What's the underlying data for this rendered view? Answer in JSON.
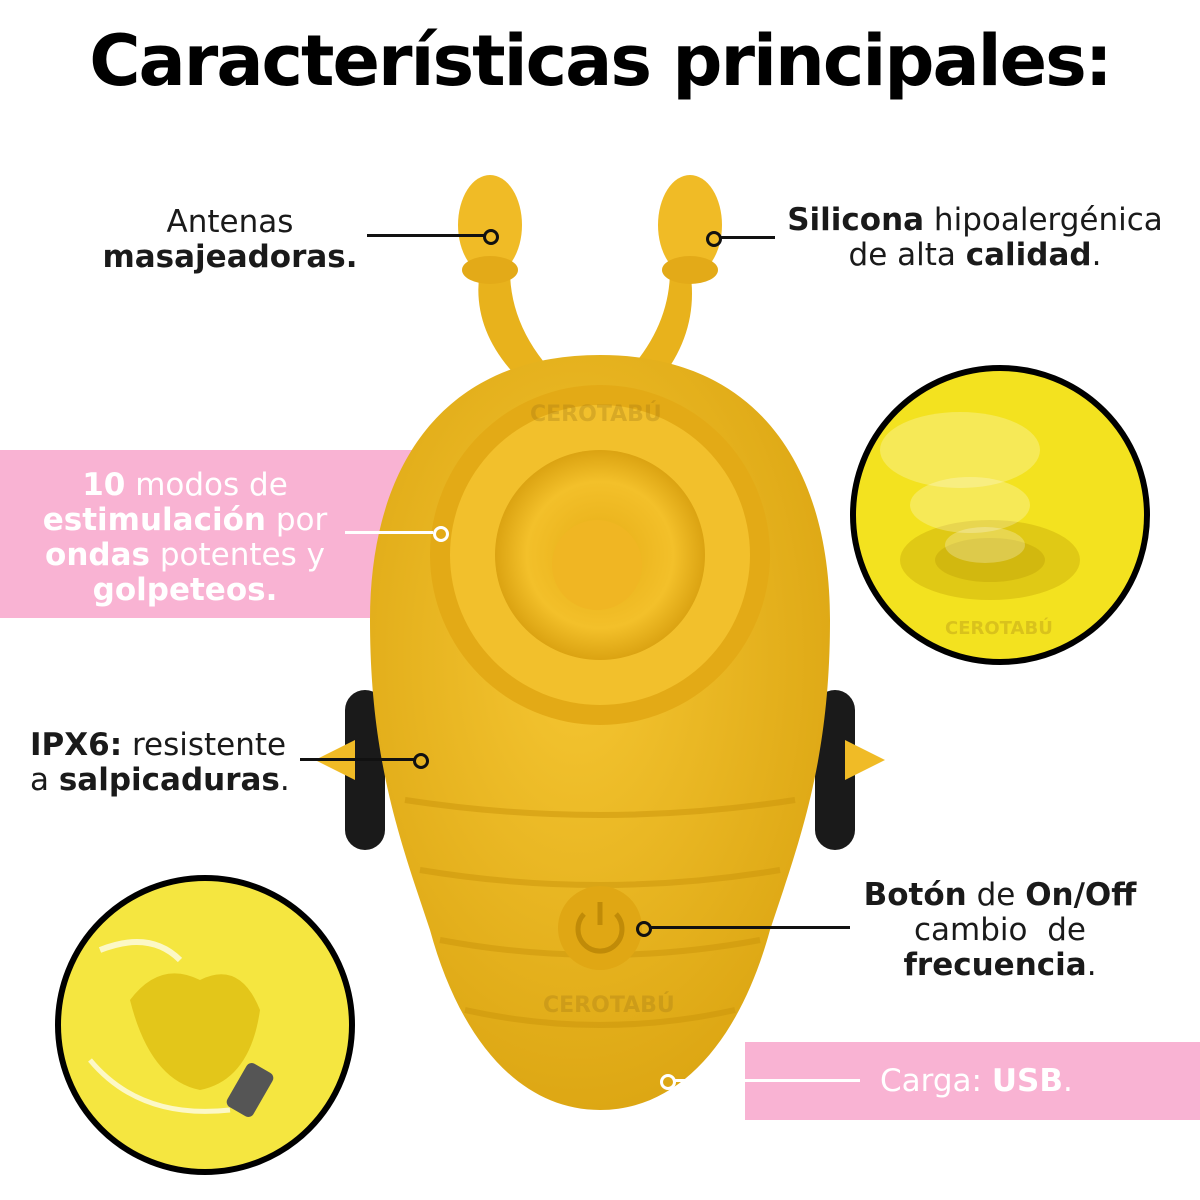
{
  "title": "Características principales:",
  "watermark": "CEROTABÚ",
  "features": {
    "antenas": {
      "line1": "Antenas",
      "line2": "masajeadoras."
    },
    "silicona": {
      "bold1": "Silicona",
      "rest1": " hipoalergénica",
      "pre2": "de alta ",
      "bold2": "calidad",
      "end2": "."
    },
    "modos": {
      "bold1": "10",
      "rest1": " modos de",
      "bold2": "estimulación",
      "rest2": " por",
      "bold3": "ondas",
      "rest3": " potentes y",
      "bold4": "golpeteos."
    },
    "ipx6": {
      "bold1": "IPX6:",
      "rest1": " resistente",
      "pre2": "a ",
      "bold2": "salpicaduras",
      "end2": "."
    },
    "boton": {
      "bold1": "Botón",
      "mid1": " de ",
      "bold2": "On/Off",
      "line2": "cambio  de",
      "bold3": "frecuencia",
      "end3": "."
    },
    "carga": {
      "pre": "Carga: ",
      "bold": "USB",
      "end": "."
    }
  },
  "colors": {
    "pink": "#f9b3d3",
    "yellow": "#f2be1f",
    "dark_yellow": "#d9a30c"
  }
}
